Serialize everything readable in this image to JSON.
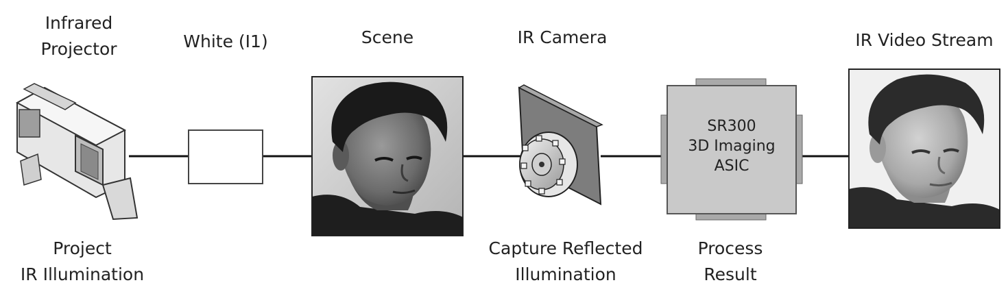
{
  "stages": [
    {
      "id": "projector",
      "top_label": [
        "Infrared",
        "Projector"
      ],
      "bottom_label": [
        "Project",
        "IR Illumination"
      ]
    },
    {
      "id": "white",
      "top_label": [
        "White (I1)"
      ]
    },
    {
      "id": "scene",
      "top_label": [
        "Scene"
      ]
    },
    {
      "id": "camera",
      "top_label": [
        "IR Camera"
      ],
      "bottom_label": [
        "Capture Reflected",
        "Illumination"
      ]
    },
    {
      "id": "asic",
      "box_text": [
        "SR300",
        "3D Imaging",
        "ASIC"
      ],
      "bottom_label": [
        "Process",
        "Result"
      ]
    },
    {
      "id": "stream",
      "top_label": [
        "IR Video Stream"
      ]
    }
  ],
  "colors": {
    "line": "#111111",
    "asic_fill": "#c9c9c9",
    "asic_tab": "#a9a9a9",
    "camera_plate": "#7d7d7d",
    "photo_bg": "#cfcfcf"
  },
  "icons": [
    "projector-icon",
    "camera-icon",
    "face-icon"
  ]
}
